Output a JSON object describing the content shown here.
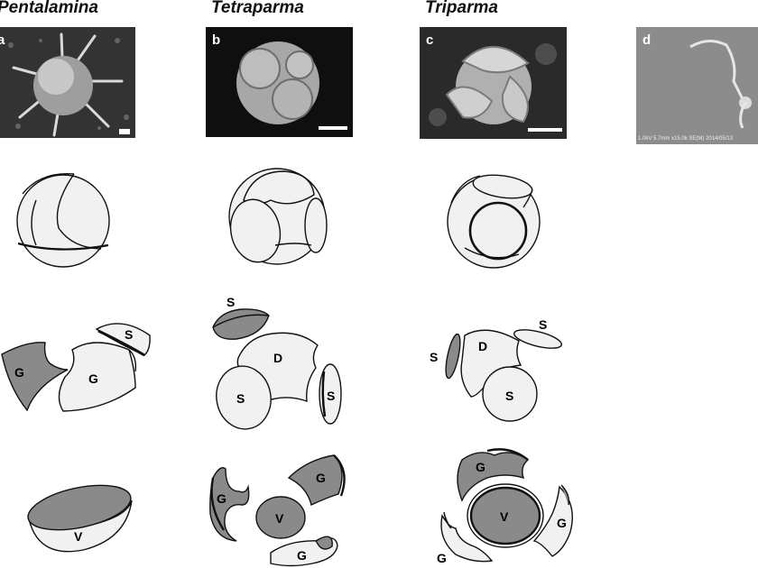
{
  "genera": [
    "Pentalamina",
    "Tetraparma",
    "Triparma"
  ],
  "panels": [
    "a",
    "b",
    "c",
    "d"
  ],
  "micrograph_caption": "1.0kV 5.7mm x15.0k SE(M) 2014/05/13",
  "plate_labels": {
    "S": "S",
    "G": "G",
    "D": "D",
    "V": "V"
  },
  "colors": {
    "plate_fill_light": "#f1f1f1",
    "plate_fill_dark": "#8a8a8a",
    "outline": "#111111"
  }
}
